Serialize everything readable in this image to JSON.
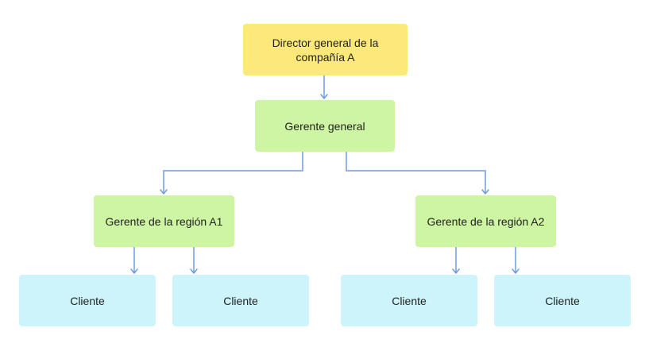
{
  "diagram": {
    "nodes": {
      "director": "Director general de la compañía A",
      "general_manager": "Gerente general",
      "region_a1": "Gerente de la región A1",
      "region_a2": "Gerente de la región A2",
      "client_1": "Cliente",
      "client_2": "Cliente",
      "client_3": "Cliente",
      "client_4": "Cliente"
    },
    "edges": [
      {
        "from": "director",
        "to": "general_manager"
      },
      {
        "from": "general_manager",
        "to": "region_a1"
      },
      {
        "from": "general_manager",
        "to": "region_a2"
      },
      {
        "from": "region_a1",
        "to": "client_1"
      },
      {
        "from": "region_a1",
        "to": "client_2"
      },
      {
        "from": "region_a2",
        "to": "client_3"
      },
      {
        "from": "region_a2",
        "to": "client_4"
      }
    ],
    "colors": {
      "top": "#fce97a",
      "manager": "#cef5a3",
      "client": "#cdf4fb",
      "connector": "#6f9be4"
    }
  }
}
